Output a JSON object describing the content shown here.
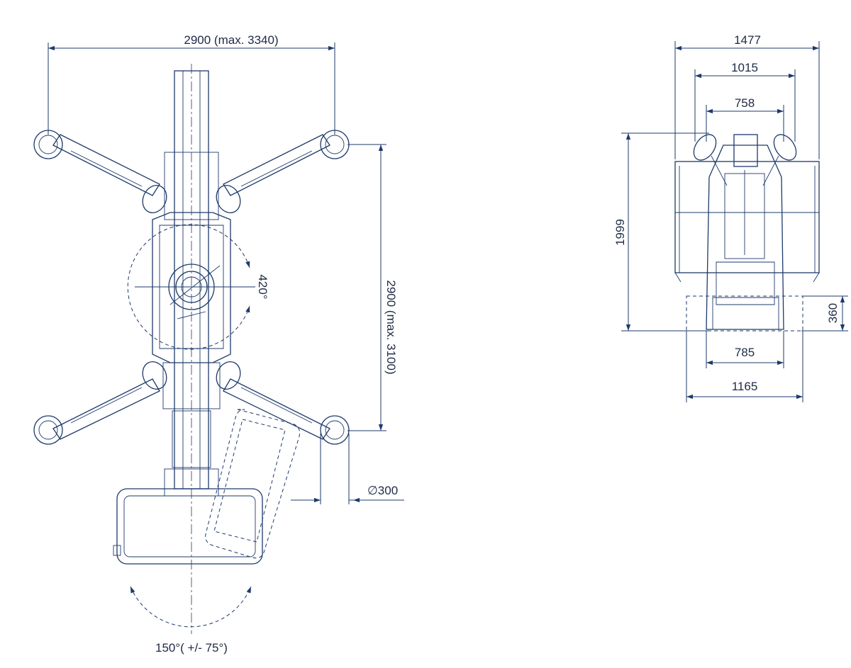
{
  "colors": {
    "line": "#1e3a6b",
    "text": "#1e2a44",
    "background": "#ffffff"
  },
  "top_view": {
    "width_label": "2900 (max. 3340)",
    "length_label": "2900 (max. 3100)",
    "slew_angle_label": "420°",
    "pad_diameter_label": "∅300",
    "platform_rotation_label": "150°( +/- 75°)"
  },
  "front_view": {
    "overall_width_label": "1477",
    "width_1015_label": "1015",
    "width_758_label": "758",
    "height_label": "1999",
    "ground_clearance_label": "360",
    "track_inner_label": "785",
    "track_outer_label": "1165"
  }
}
